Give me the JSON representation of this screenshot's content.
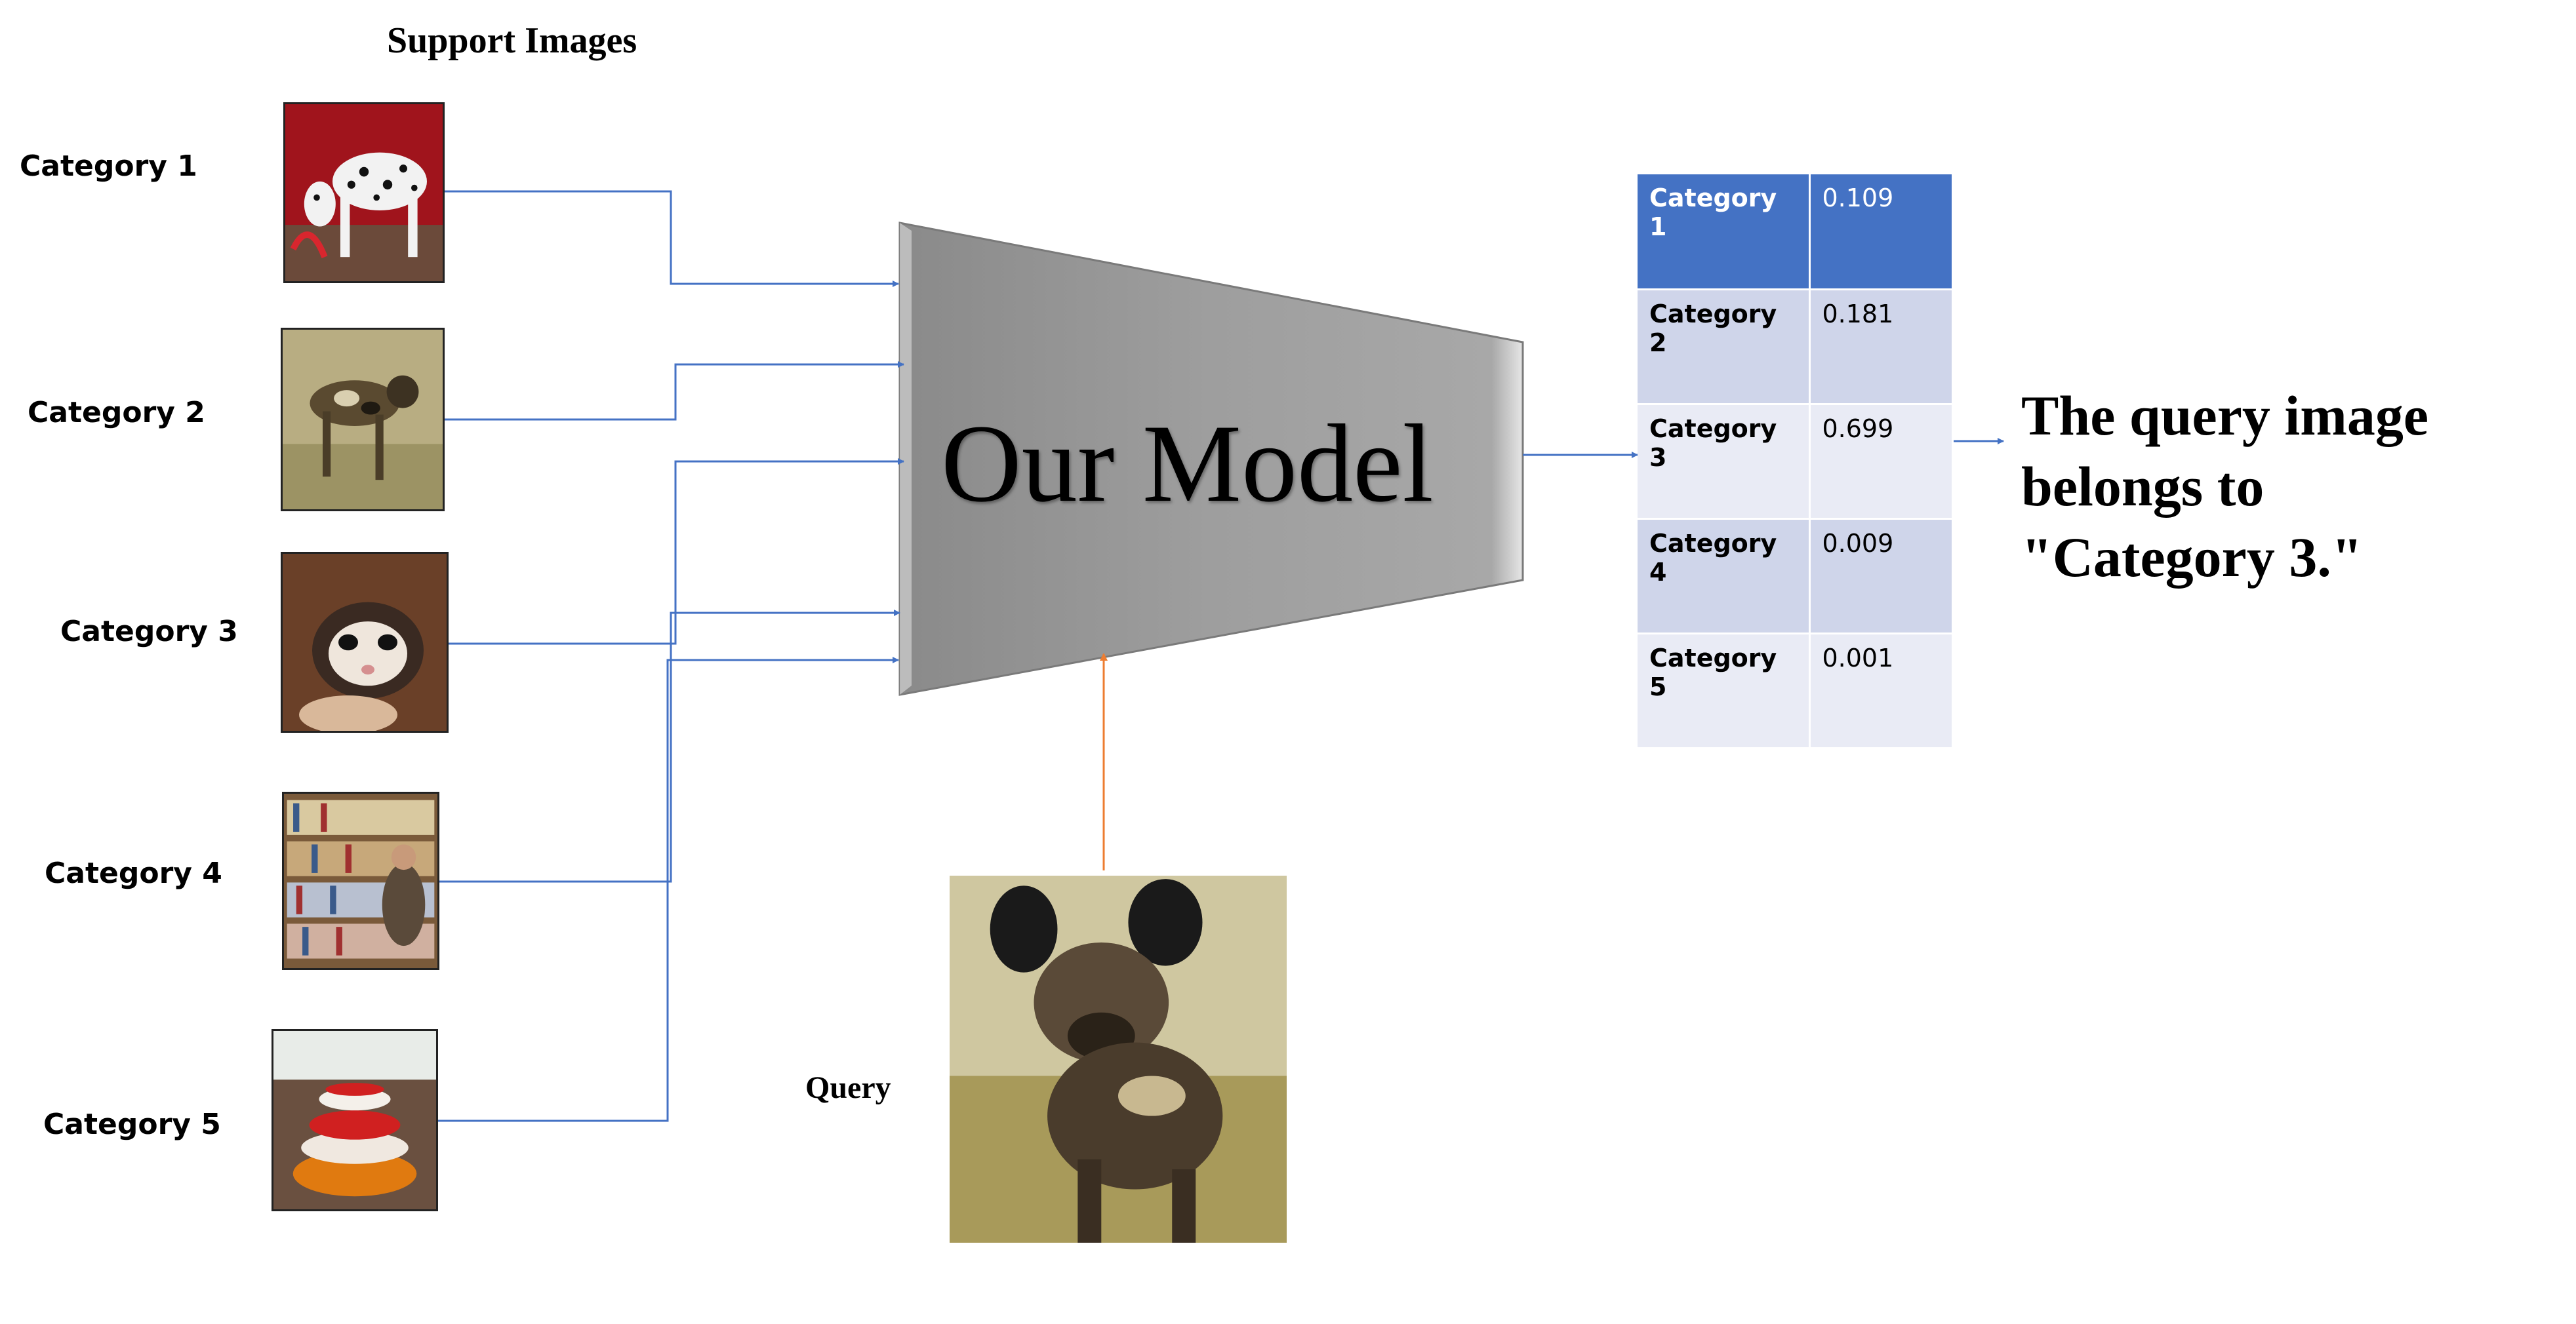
{
  "diagram": {
    "support_title": "Support Images",
    "model_label": "Our Model",
    "query_label": "Query",
    "result_lines": [
      "The query image",
      "belongs to",
      "\"Category 3.\""
    ],
    "colors": {
      "support_arrows": "#4472c4",
      "query_arrow": "#ed7d31",
      "table_header": "#4472c4",
      "table_row_dark": "#cfd5ea",
      "table_row_light": "#e9ebf5",
      "model_fill": "#a0a0a0"
    }
  },
  "support": [
    {
      "label": "Category 1",
      "image": "dalmatian-photo"
    },
    {
      "label": "Category 2",
      "image": "wild-dog-photo"
    },
    {
      "label": "Category 3",
      "image": "ferret-photo"
    },
    {
      "label": "Category 4",
      "image": "bookshelf-photo"
    },
    {
      "label": "Category 5",
      "image": "bowls-photo"
    }
  ],
  "query_image": "african-wild-dog-photo",
  "scores": [
    {
      "category": "Category 1",
      "value": "0.109"
    },
    {
      "category": "Category 2",
      "value": "0.181"
    },
    {
      "category": "Category 3",
      "value": "0.699"
    },
    {
      "category": "Category 4",
      "value": "0.009"
    },
    {
      "category": "Category 5",
      "value": "0.001"
    }
  ]
}
